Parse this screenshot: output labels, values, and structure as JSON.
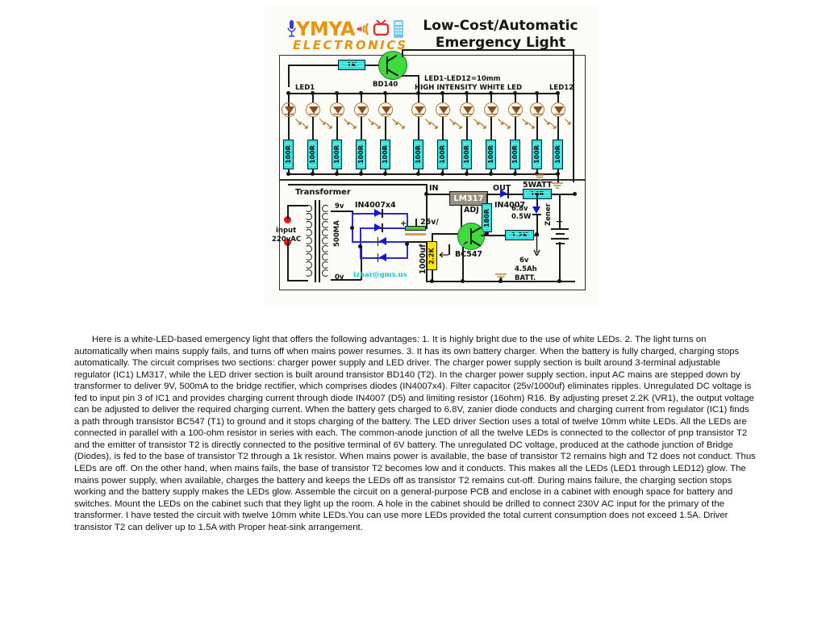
{
  "figure": {
    "logo": {
      "brand": "YMYA",
      "subtitle": "ELECTRONICS",
      "icons": [
        "microphone-icon",
        "wifi-waves-icon",
        "television-icon",
        "calculator-icon"
      ]
    },
    "title_line1": "Low-Cost/Automatic",
    "title_line2": "Emergency Light",
    "watermark": "izhar@gmx.us",
    "led_section": {
      "first_led_label": "LED1",
      "last_led_label": "LED12",
      "note_line1": "LED1-LED12=10mm",
      "note_line2": "HIGH INTENSITY WHITE LED",
      "led_count": 12,
      "series_resistor": "100R",
      "driver_transistor": "BD140",
      "base_resistor": "1K"
    },
    "power_section": {
      "transformer_label": "Transformer",
      "input_label_line1": "input",
      "input_label_line2": "220vAC",
      "secondary_top": "9v",
      "secondary_current": "500MA",
      "secondary_bottom": "0v",
      "bridge_label": "IN4007x4",
      "cap_voltage": "25v/",
      "cap_value": "1000uf",
      "cap_polarity": "+"
    },
    "regulator_section": {
      "ic_label": "LM317",
      "pin_in": "IN",
      "pin_out": "OUT",
      "pin_adj": "ADJ",
      "adj_resistor": "180R",
      "preset": "2.2K",
      "series_diode": "IN4007",
      "power_rating": "5WATT",
      "current_resistor": "16R",
      "zener_voltage": "6.8v",
      "zener_power": "0.5W",
      "zener_label": "Zener",
      "sense_transistor": "BC547",
      "sense_resistor": "1.2K",
      "battery_line1": "6v",
      "battery_line2": "4.5Ah",
      "battery_line3": "BATT.",
      "battery_polarity": "+"
    },
    "colors": {
      "resistor": "#2ee0dd",
      "preset": "#ffe800",
      "transistor": "#3ddb3d",
      "diode": "#1414d8",
      "ic": "#9a8e7e",
      "led": "#8a4a12",
      "terminal": "#e01b1b",
      "watermark": "#11bcd4",
      "brand": "#e8940c"
    }
  },
  "article": {
    "body": "Here is a white-LED-based emergency light that offers the following advantages: 1. It is highly bright due to the use of white LEDs. 2. The light turns on automatically when mains supply fails, and turns off when mains power resumes. 3. It has its own battery charger. When the battery is fully charged, charging stops automatically. The circuit comprises two sections: charger power supply and LED driver. The charger power supply section is built around 3-terminal adjustable regulator (IC1) LM317, while the LED driver section is built around transistor BD140 (T2). In the charger power supply section, input AC mains are stepped down by transformer to deliver 9V, 500mA to the bridge rectifier, which comprises diodes (IN4007x4). Filter capacitor (25v/1000uf) eliminates ripples. Unregulated DC voltage is fed to input pin 3 of IC1 and provides charging current through diode IN4007 (D5) and limiting resistor (16ohm) R16. By adjusting preset 2.2K (VR1), the output voltage can be adjusted to deliver the required charging current. When the battery gets charged to 6.8V, zanier diode conducts and charging current from regulator (IC1) finds a path through transistor BC547 (T1) to ground and it stops charging of the battery. The LED driver Section uses a total of twelve 10mm white LEDs. All the LEDs are connected in parallel with a 100-ohm resistor in series with each. The common-anode junction of all the twelve LEDs is connected to the collector of pnp transistor T2 and the emitter of transistor T2 is directly connected to the positive terminal of 6V battery. The unregulated DC voltage, produced at the cathode junction of Bridge (Diodes), is fed to the base of transistor T2 through a 1k resistor. When mains power is available, the base of transistor T2 remains high and T2 does not conduct. Thus LEDs are off. On the other hand, when mains fails, the base of transistor T2 becomes low and it conducts. This makes all the LEDs (LED1 through LED12) glow. The mains power supply, when available, charges the battery and keeps the LEDs off as transistor T2 remains cut-off. During mains failure, the charging section stops working and the battery supply makes the LEDs glow. Assemble the circuit on a general-purpose PCB and enclose in a cabinet with enough space for battery and switches. Mount the LEDs on the cabinet such that they light up the room. A hole in the cabinet should be drilled to connect 230V AC input for the primary of the transformer. I have tested the circuit with twelve 10mm white LEDs.You can use more LEDs provided the total current consumption does not exceed 1.5A. Driver transistor T2 can deliver up to 1.5A with Proper heat-sink arrangement."
  }
}
